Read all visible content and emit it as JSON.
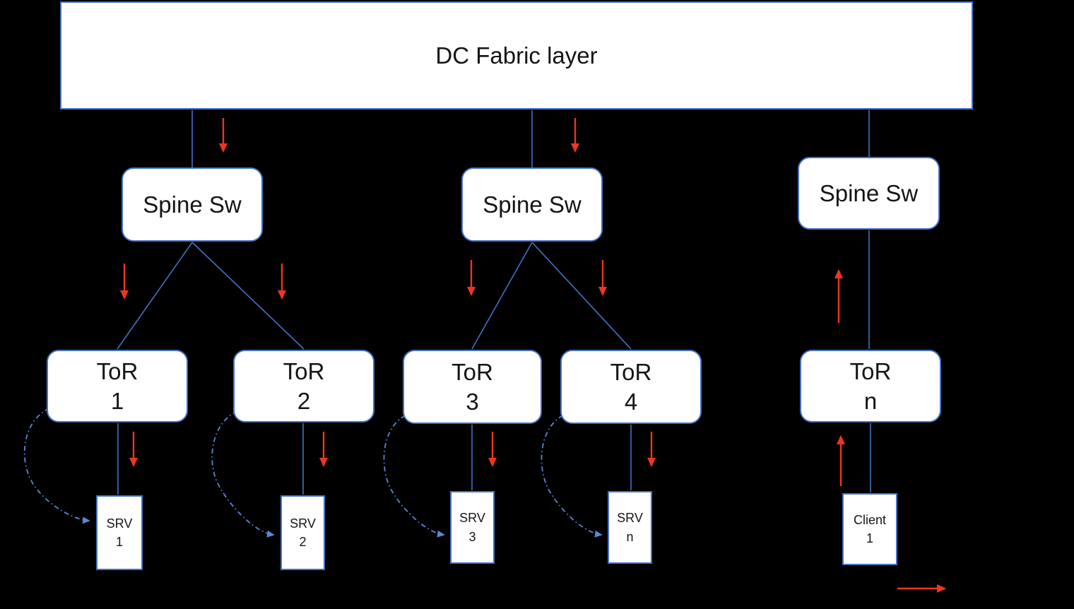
{
  "title": "DC fabric network topology diagram",
  "colors": {
    "box_border": "#4472c4",
    "box_fill": "#ffffff",
    "line": "#4472c4",
    "dash_line": "#5b87d4",
    "arrow": "#ee3524",
    "text": "#151515",
    "background": "#000000"
  },
  "fabric": {
    "label": "DC Fabric layer"
  },
  "spines": [
    {
      "label": "Spine Sw"
    },
    {
      "label": "Spine Sw"
    },
    {
      "label": "Spine Sw"
    }
  ],
  "tors": [
    {
      "name": "ToR",
      "id": "1"
    },
    {
      "name": "ToR",
      "id": "2"
    },
    {
      "name": "ToR",
      "id": "3"
    },
    {
      "name": "ToR",
      "id": "4"
    },
    {
      "name": "ToR",
      "id": "n"
    }
  ],
  "servers": [
    {
      "name": "SRV",
      "id": "1"
    },
    {
      "name": "SRV",
      "id": "2"
    },
    {
      "name": "SRV",
      "id": "3"
    },
    {
      "name": "SRV",
      "id": "n"
    },
    {
      "name": "Client",
      "id": "1"
    }
  ],
  "flows": {
    "downstream_arrow_count": 10,
    "upstream_arrow_count": 2,
    "bottom_right_arrow_direction": "right"
  }
}
